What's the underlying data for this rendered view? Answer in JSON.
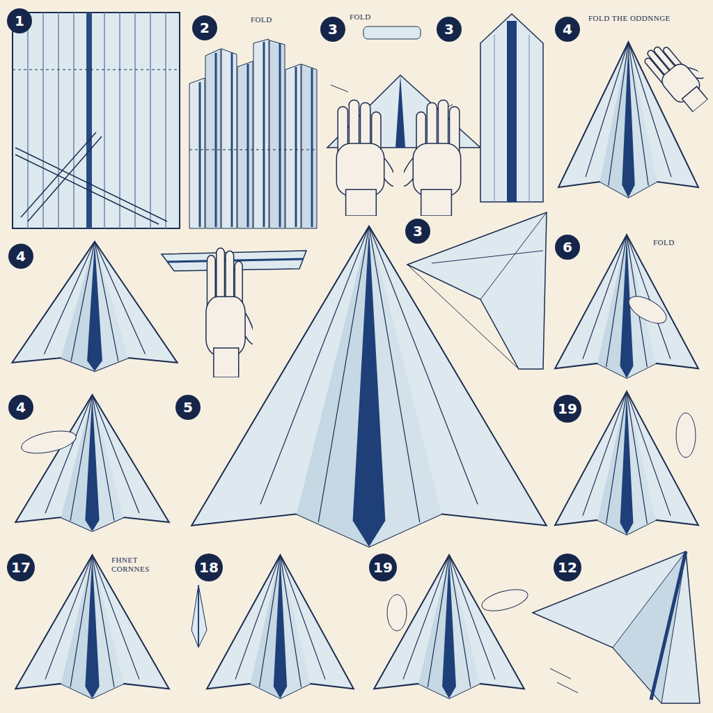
{
  "diagram": {
    "labels": [
      "1",
      "2",
      "FOLD",
      "3",
      "FOLD",
      "3",
      "4",
      "FOLD THE ODDNNGE",
      "4",
      "3",
      "6",
      "FOLD",
      "4",
      "5",
      "19",
      "17",
      "FHNET CORNNES",
      "18",
      "19",
      "12"
    ]
  }
}
